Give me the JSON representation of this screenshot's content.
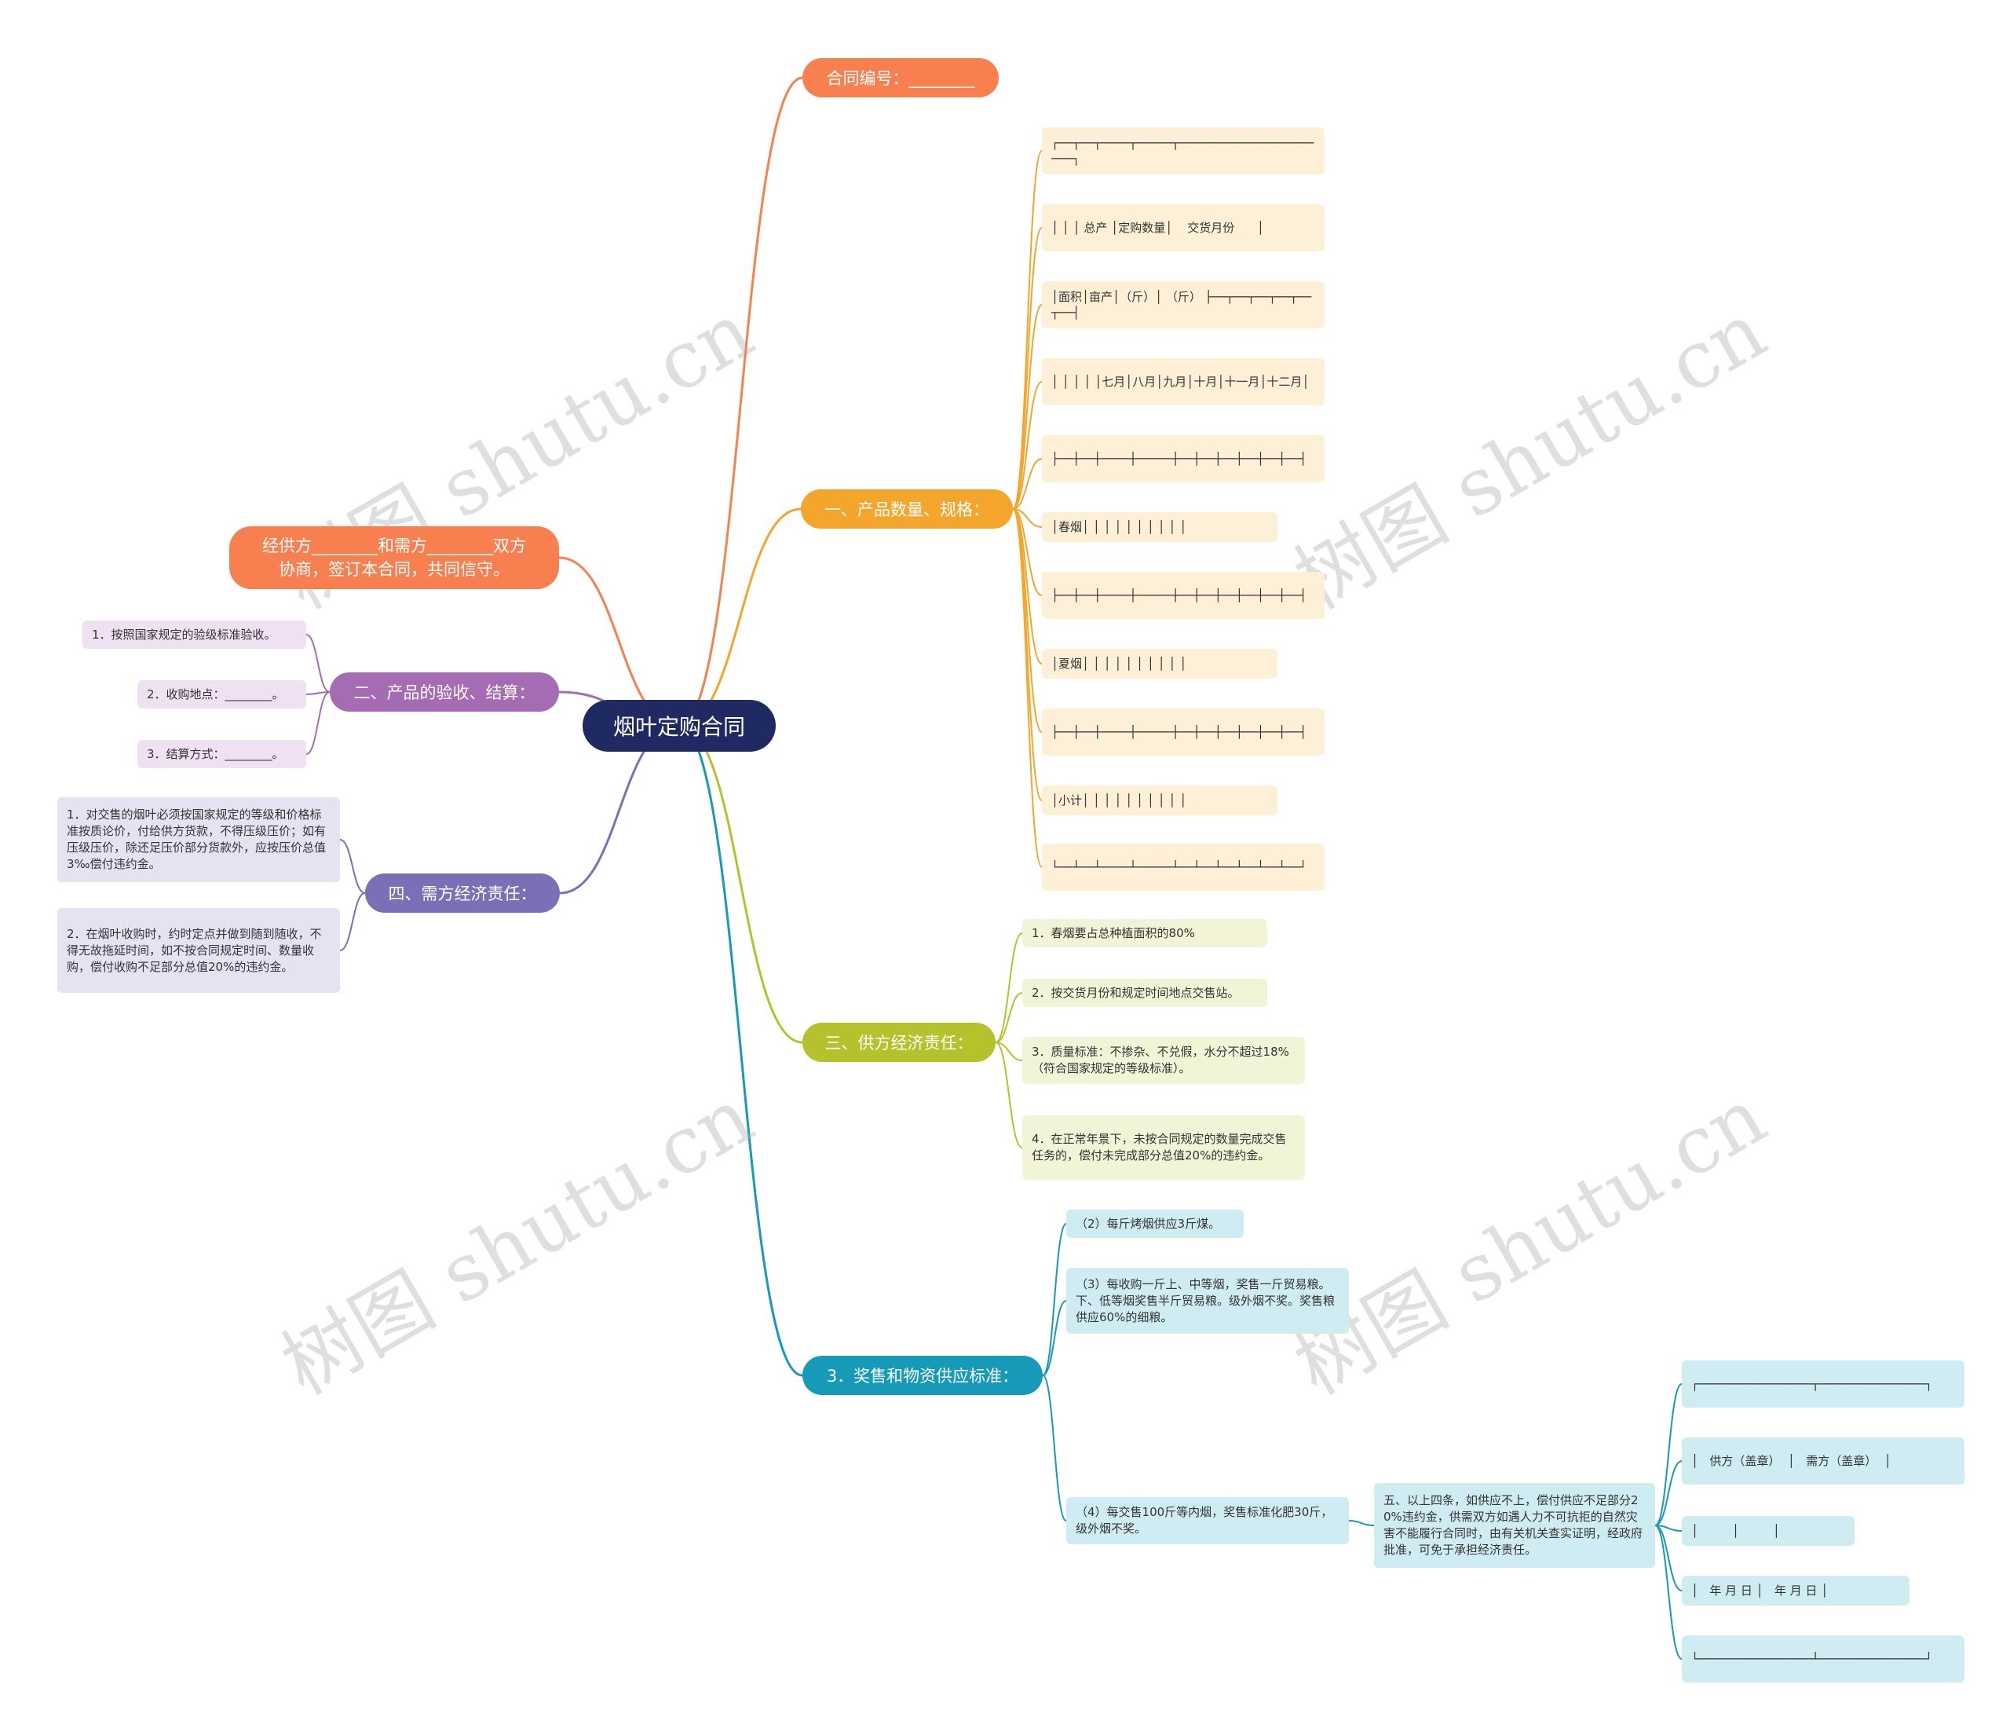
{
  "root": {
    "label": "烟叶定购合同"
  },
  "contract_no": {
    "label": "合同编号：________"
  },
  "intro": {
    "label": "经供方________和需方________双方协商，签订本合同，共同信守。"
  },
  "section1": {
    "label": "一、产品数量、规格：",
    "rows": [
      "┌──┬──┬────┬─────┬──────────────────────┐",
      "│ │ │ 总产 │定购数量│    交货月份      │",
      "│面积│亩产│（斤）│ （斤） ├──┬──┬──┬──┬──┬──┤",
      "│ │ │ │ │七月│八月│九月│十月│十一月│十二月│",
      "├──┼──┼────┼─────┼──┼──┼──┼──┼──┼──┤",
      "│春烟│ │ │ │ │ │ │ │ │ │",
      "├──┼──┼────┼─────┼──┼──┼──┼──┼──┼──┤",
      "│夏烟│ │ │ │ │ │ │ │ │ │",
      "├──┼──┼────┼─────┼──┼──┼──┼──┼──┼──┤",
      "│小计│ │ │ │ │ │ │ │ │ │",
      "└──┴──┴────┴─────┴──┴──┴──┴──┴──┴──┘"
    ]
  },
  "section2": {
    "label": "二、产品的验收、结算：",
    "items": [
      "1．按照国家规定的验级标准验收。",
      "2．收购地点：________。",
      "3．结算方式：________。"
    ]
  },
  "section3": {
    "label": "三、供方经济责任：",
    "items": [
      "1．春烟要占总种植面积的80%",
      "2．按交货月份和规定时间地点交售站。",
      "3．质量标准：不掺杂、不兑假，水分不超过18%（符合国家规定的等级标准）。",
      "4．在正常年景下，未按合同规定的数量完成交售任务的，偿付未完成部分总值20%的违约金。"
    ]
  },
  "section4": {
    "label": "四、需方经济责任：",
    "items": [
      "1．对交售的烟叶必须按国家规定的等级和价格标准按质论价，付给供方货款，不得压级压价；如有压级压价，除还足压价部分货款外，应按压价总值3‰偿付违约金。",
      "2．在烟叶收购时，约时定点并做到随到随收，不得无故拖延时间，如不按合同规定时间、数量收购，偿付收购不足部分总值20%的违约金。"
    ]
  },
  "section5": {
    "label": "3．奖售和物资供应标准：",
    "items": [
      "（2）每斤烤烟供应3斤煤。",
      "（3）每收购一斤上、中等烟，奖售一斤贸易粮。下、低等烟奖售半斤贸易粮。级外烟不奖。奖售粮供应60%的细粮。",
      "（4）每交售100斤等内烟，奖售标准化肥30斤，级外烟不奖。"
    ],
    "sub": {
      "label": "五、以上四条，如供应不上，偿付供应不足部分20%违约金，供需双方如遇人力不可抗拒的自然灾害不能履行合同时，由有关机关查实证明，经政府批准，可免于承担经济责任。",
      "rows": [
        "┌────────────────┬───────────────┐",
        "│   供方（盖章）  │   需方（盖章）  │",
        "│         │         │",
        "│   年 月 日 │   年 月 日 │",
        "└────────────────┴───────────────┘"
      ]
    }
  },
  "watermark": "树图 shutu.cn",
  "colors": {
    "root": "#1f2a63",
    "orange": "#f77f50",
    "yellow": "#f4a52b",
    "purple": "#a56cb3",
    "violet": "#7b6fb8",
    "lime": "#b5c22c",
    "teal": "#1799b8"
  }
}
